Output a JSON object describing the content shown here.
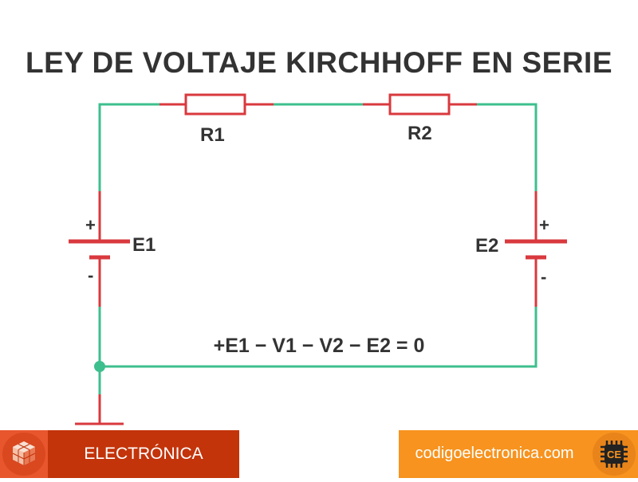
{
  "title": "LEY DE VOLTAJE KIRCHHOFF EN SERIE",
  "components": {
    "r1": "R1",
    "r2": "R2",
    "e1": "E1",
    "e2": "E2",
    "e1_plus": "+",
    "e1_minus": "-",
    "e2_plus": "+",
    "e2_minus": "-"
  },
  "equation": "+E1 − V1 − V2 − E2 = 0",
  "footer": {
    "category": "ELECTRÓNICA",
    "website": "codigoelectronica.com",
    "logo_text": "CE"
  },
  "colors": {
    "wire": "#3dbf8e",
    "component": "#d9393e",
    "text": "#333333",
    "banner_left": "#c3340b",
    "banner_right": "#f7931e"
  },
  "icons": [
    "cube-logo-icon",
    "chip-logo-icon"
  ]
}
